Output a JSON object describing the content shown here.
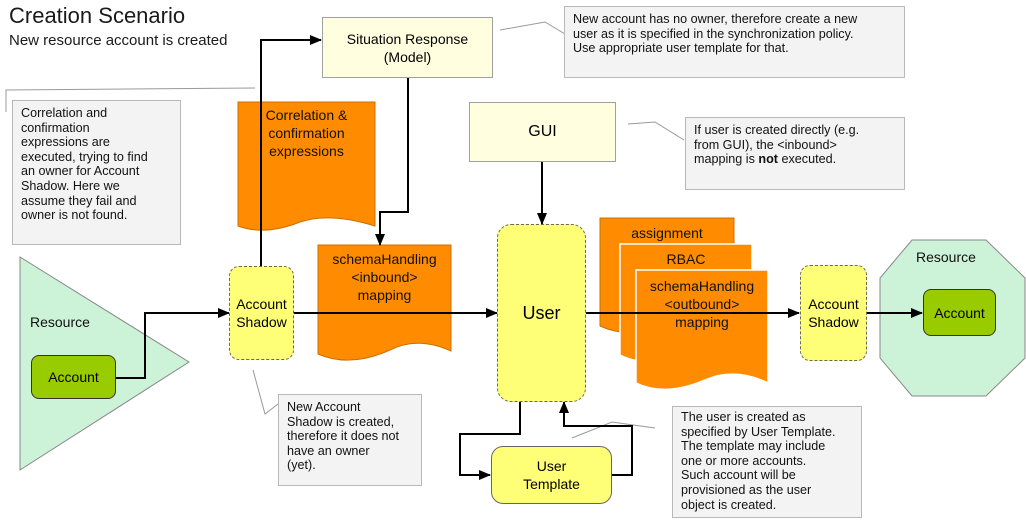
{
  "header": {
    "title": "Creation Scenario",
    "subtitle": "New resource account is created"
  },
  "situation_response": {
    "line1": "Situation Response",
    "line2": "(Model)"
  },
  "gui": {
    "label": "GUI"
  },
  "correlation_doc": {
    "line1": "Correlation &",
    "line2": "confirmation",
    "line3": "expressions"
  },
  "inbound_doc": {
    "line1": "schemaHandling",
    "line2": "<inbound>",
    "line3": "mapping"
  },
  "assignment_doc": {
    "label": "assignment"
  },
  "rbac_doc": {
    "label": "RBAC"
  },
  "outbound_doc": {
    "line1": "schemaHandling",
    "line2": "<outbound>",
    "line3": "mapping"
  },
  "left_resource": {
    "label": "Resource",
    "account": "Account"
  },
  "right_resource": {
    "label": "Resource",
    "account": "Account"
  },
  "left_shadow": {
    "line1": "Account",
    "line2": "Shadow"
  },
  "right_shadow": {
    "line1": "Account",
    "line2": "Shadow"
  },
  "user": {
    "label": "User"
  },
  "user_template": {
    "line1": "User",
    "line2": "Template"
  },
  "notes": {
    "correlation": [
      "Correlation and",
      "confirmation",
      "expressions are",
      "executed, trying to find",
      "an owner for Account",
      "Shadow. Here we",
      "assume they fail and",
      "owner is not found."
    ],
    "situation": [
      "New account has no owner, therefore create a new",
      "user as it is specified in the synchronization policy.",
      "Use appropriate user template for that."
    ],
    "gui_pre": "If user is created directly (e.g.",
    "gui_line2": "from GUI), the <inbound>",
    "gui_line3_pre": "mapping is ",
    "gui_line3_bold": "not",
    "gui_line3_post": " executed.",
    "shadow": [
      "New Account",
      "Shadow is created,",
      "therefore it does not",
      "have an owner",
      "(yet)."
    ],
    "template": [
      "The user is created as",
      "specified by User Template.",
      "The template may include",
      "one or more accounts.",
      "Such account will be",
      "provisioned as the user",
      "object is created."
    ]
  },
  "colors": {
    "orange": "#ff8c00",
    "yellow": "#ffff77",
    "cream": "#ffffe0",
    "green_fill": "#ccf2d8",
    "green_box": "#99cc00",
    "note_bg": "#f3f3f3"
  }
}
